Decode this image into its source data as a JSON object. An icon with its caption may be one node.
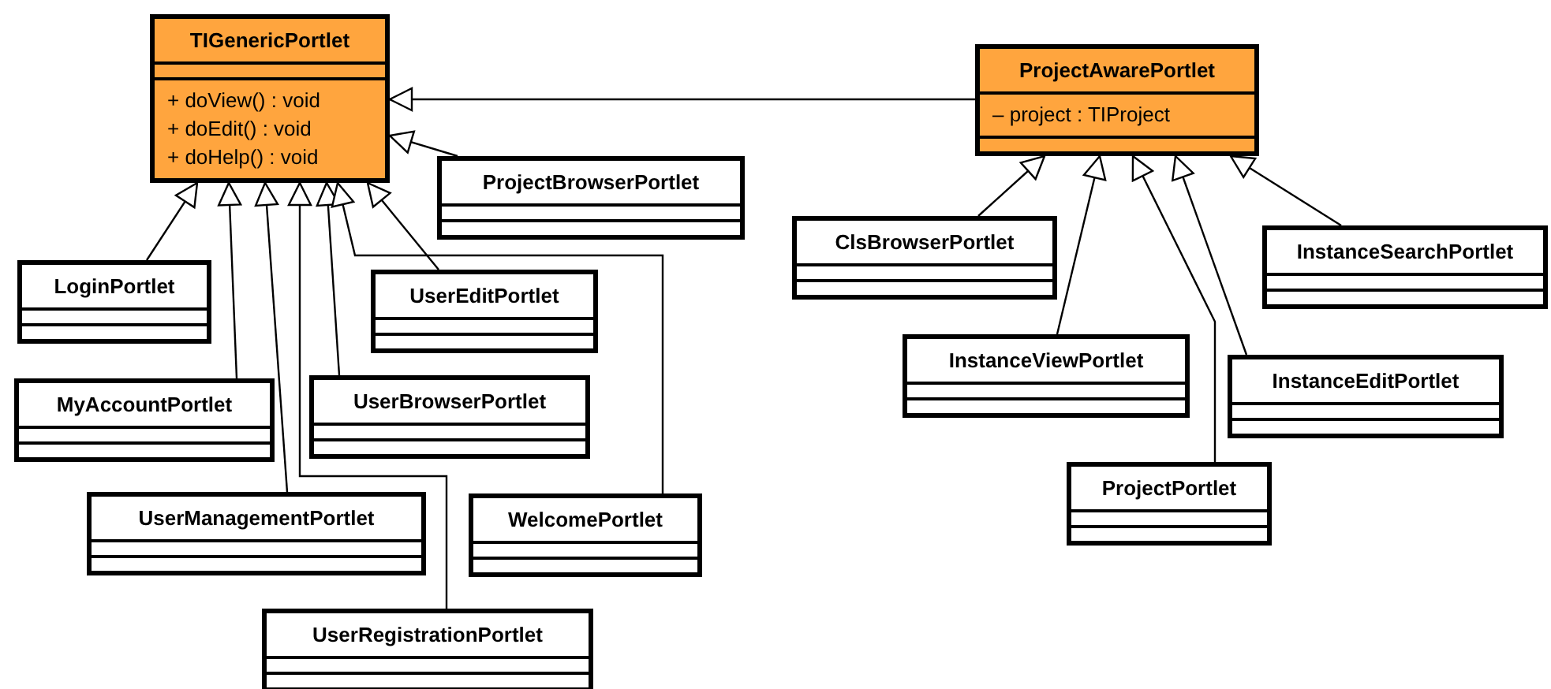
{
  "diagram": {
    "nodes": [
      {
        "text": [
          "TIGenericPortlet",
          "+ doView() : void",
          "+ doEdit() : void",
          "+ doHelp() : void"
        ]
      },
      {
        "text": [
          "ProjectAwarePortlet",
          "– project : TIProject"
        ]
      },
      {
        "text": [
          "ProjectBrowserPortlet"
        ]
      },
      {
        "text": [
          "LoginPortlet"
        ]
      },
      {
        "text": [
          "UserEditPortlet"
        ]
      },
      {
        "text": [
          "MyAccountPortlet"
        ]
      },
      {
        "text": [
          "UserBrowserPortlet"
        ]
      },
      {
        "text": [
          "UserManagementPortlet"
        ]
      },
      {
        "text": [
          "WelcomePortlet"
        ]
      },
      {
        "text": [
          "UserRegistrationPortlet"
        ]
      },
      {
        "text": [
          "ClsBrowserPortlet"
        ]
      },
      {
        "text": [
          "InstanceSearchPortlet"
        ]
      },
      {
        "text": [
          "InstanceViewPortlet"
        ]
      },
      {
        "text": [
          "InstanceEditPortlet"
        ]
      },
      {
        "text": [
          "ProjectPortlet"
        ]
      }
    ],
    "edges": [
      {
        "from": 3,
        "to": 0,
        "arrow": "to"
      },
      {
        "from": 5,
        "to": 0,
        "arrow": "to"
      },
      {
        "from": 7,
        "to": 0,
        "arrow": "to"
      },
      {
        "from": 9,
        "to": 0,
        "arrow": "to"
      },
      {
        "from": 6,
        "to": 0,
        "arrow": "to"
      },
      {
        "from": 8,
        "to": 0,
        "arrow": "to"
      },
      {
        "from": 4,
        "to": 0,
        "arrow": "to"
      },
      {
        "from": 2,
        "to": 0,
        "arrow": "to"
      },
      {
        "from": 1,
        "to": 0,
        "arrow": "to"
      },
      {
        "from": 10,
        "to": 1,
        "arrow": "to"
      },
      {
        "from": 12,
        "to": 1,
        "arrow": "to"
      },
      {
        "from": 14,
        "to": 1,
        "arrow": "to"
      },
      {
        "from": 13,
        "to": 1,
        "arrow": "to"
      },
      {
        "from": 11,
        "to": 1,
        "arrow": "to"
      }
    ]
  }
}
